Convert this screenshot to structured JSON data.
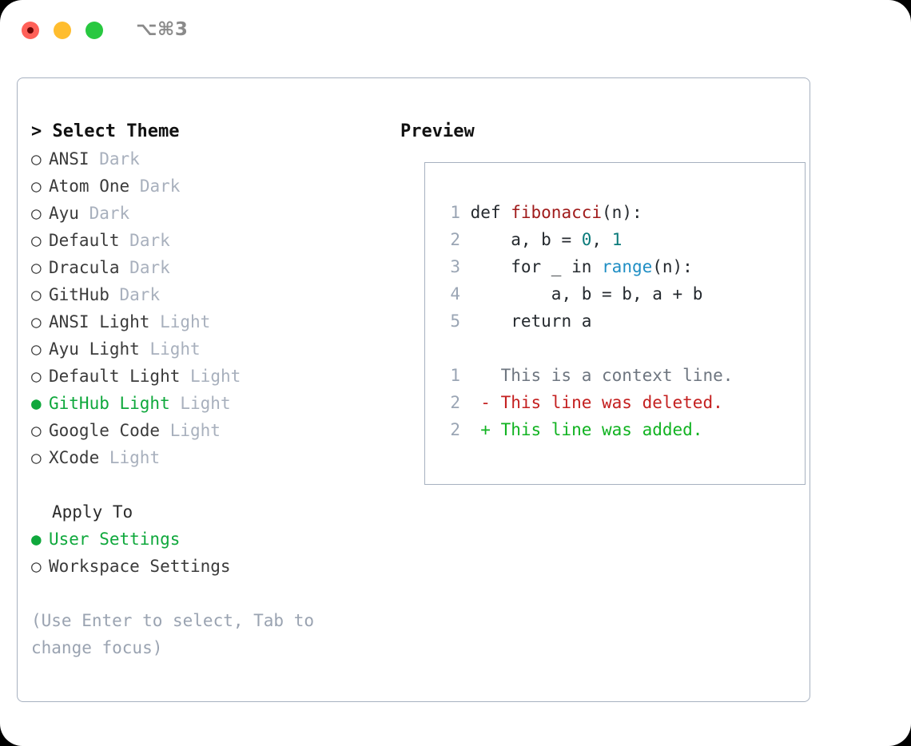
{
  "titlebar": {
    "shortcut": "⌥⌘3",
    "lights": [
      "close",
      "minimize",
      "zoom"
    ]
  },
  "theme_panel": {
    "header": {
      "caret": ">",
      "title": "Select Theme"
    },
    "markers": {
      "unselected": "○",
      "selected": "●"
    },
    "items": [
      {
        "label": "ANSI",
        "variant": "Dark",
        "selected": false
      },
      {
        "label": "Atom One",
        "variant": "Dark",
        "selected": false
      },
      {
        "label": "Ayu",
        "variant": "Dark",
        "selected": false
      },
      {
        "label": "Default",
        "variant": "Dark",
        "selected": false
      },
      {
        "label": "Dracula",
        "variant": "Dark",
        "selected": false
      },
      {
        "label": "GitHub",
        "variant": "Dark",
        "selected": false
      },
      {
        "label": "ANSI Light",
        "variant": "Light",
        "selected": false
      },
      {
        "label": "Ayu Light",
        "variant": "Light",
        "selected": false
      },
      {
        "label": "Default Light",
        "variant": "Light",
        "selected": false
      },
      {
        "label": "GitHub Light",
        "variant": "Light",
        "selected": true
      },
      {
        "label": "Google Code",
        "variant": "Light",
        "selected": false
      },
      {
        "label": "XCode",
        "variant": "Light",
        "selected": false
      }
    ]
  },
  "apply_to": {
    "title": "Apply To",
    "items": [
      {
        "label": "User Settings",
        "selected": true
      },
      {
        "label": "Workspace Settings",
        "selected": false
      }
    ]
  },
  "hint": "(Use Enter to select, Tab to change focus)",
  "preview": {
    "title": "Preview",
    "code_lines": [
      {
        "number": "1",
        "tokens": [
          {
            "text": "def ",
            "kind": "plain"
          },
          {
            "text": "fibonacci",
            "kind": "fn"
          },
          {
            "text": "(n):",
            "kind": "plain"
          }
        ]
      },
      {
        "number": "2",
        "tokens": [
          {
            "text": "    a, b = ",
            "kind": "plain"
          },
          {
            "text": "0",
            "kind": "num"
          },
          {
            "text": ", ",
            "kind": "plain"
          },
          {
            "text": "1",
            "kind": "num"
          }
        ]
      },
      {
        "number": "3",
        "tokens": [
          {
            "text": "    for _ in ",
            "kind": "plain"
          },
          {
            "text": "range",
            "kind": "call"
          },
          {
            "text": "(n):",
            "kind": "plain"
          }
        ]
      },
      {
        "number": "4",
        "tokens": [
          {
            "text": "        a, b = b, a + b",
            "kind": "plain"
          }
        ]
      },
      {
        "number": "5",
        "tokens": [
          {
            "text": "    return a",
            "kind": "plain"
          }
        ]
      }
    ],
    "diff_lines": [
      {
        "number": "1",
        "sign": " ",
        "text": "This is a context line.",
        "kind": "context"
      },
      {
        "number": "2",
        "sign": "-",
        "text": "This line was deleted.",
        "kind": "deleted"
      },
      {
        "number": "2",
        "sign": "+",
        "text": "This line was added.",
        "kind": "added"
      }
    ]
  },
  "colors": {
    "selection_green": "#0fa83c",
    "variant_gray": "#a8b0bd",
    "border": "#a7b1c0",
    "line_number": "#9aa5b4",
    "function_red": "#a01b1b",
    "number_teal": "#0c7b7b",
    "builtin_blue": "#1f8ec4",
    "diff_context": "#6e7680",
    "diff_deleted": "#c42020",
    "diff_added": "#11b321",
    "hint_gray": "#9aa3b1"
  }
}
